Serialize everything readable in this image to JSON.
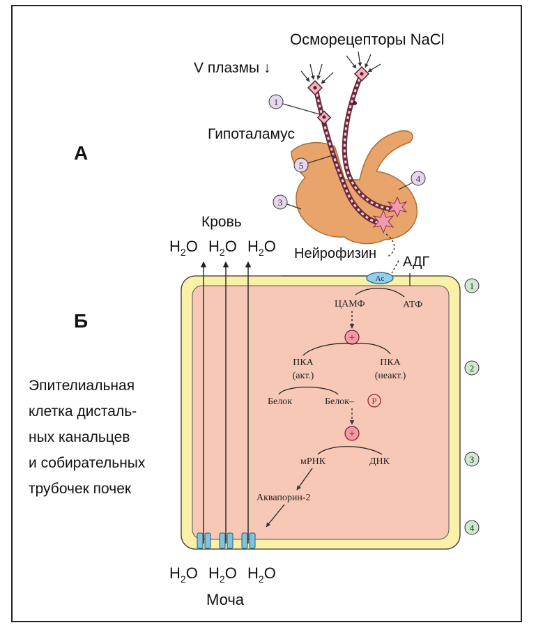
{
  "section_labels": {
    "a": "А",
    "b": "Б"
  },
  "top": {
    "osmoreceptors": "Осморецепторы NaCl",
    "v_plasma": "V плазмы ↓",
    "hypothalamus": "Гипоталамус",
    "neurophysin": "Нейрофизин",
    "adh": "АДГ",
    "callouts": [
      "1",
      "5",
      "4",
      "3"
    ]
  },
  "blood": {
    "title": "Кровь",
    "h2o": [
      "H",
      "2",
      "O"
    ]
  },
  "urine": {
    "title": "Моча"
  },
  "epithelial_caption": [
    "Эпителиальная",
    "клетка дисталь-",
    "ных канальцев",
    "и собирательных",
    "трубочек почек"
  ],
  "cell": {
    "ac": "Ac",
    "camp": "ЦАМФ",
    "atp": "АТФ",
    "plus": "+",
    "pka_act": "ПКА",
    "pka_act_sub": "(акт.)",
    "pka_inact": "ПКА",
    "pka_inact_sub": "(неакт.)",
    "protein": "Белок",
    "protein_p": "Белок–",
    "p": "P",
    "mrna": "мРНК",
    "dna": "ДНК",
    "aquaporin": "Аквапорин-2"
  },
  "steps": [
    "1",
    "2",
    "3",
    "4"
  ],
  "colors": {
    "cell_fill": "#f7c8b6",
    "membrane": "#faf0a8",
    "gland": "#e8a46a",
    "ac_fill": "#8fd0ea",
    "step_fill": "#cfe8cf",
    "callout_fill": "#e6d6ee",
    "plus_fill": "#f49aa4",
    "channel": "#7fc3e0"
  }
}
